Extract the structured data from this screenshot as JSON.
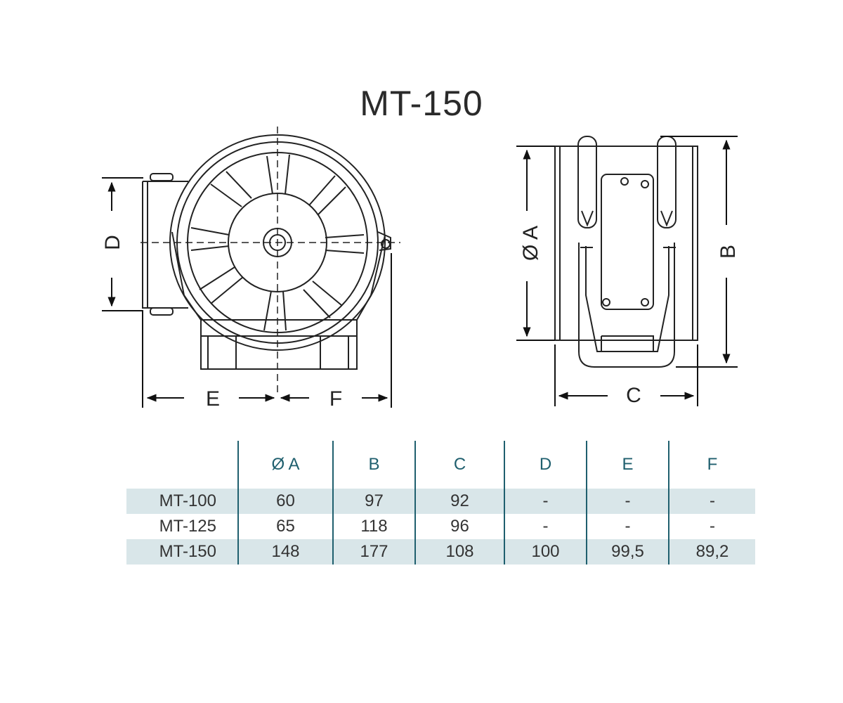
{
  "title": "MT-150",
  "front_view": {
    "label_d": "D",
    "label_e": "E",
    "label_f": "F"
  },
  "side_view": {
    "label_a": "Ø A",
    "label_b": "B",
    "label_c": "C"
  },
  "table": {
    "headers": [
      "Ø A",
      "B",
      "C",
      "D",
      "E",
      "F"
    ],
    "rows": [
      {
        "model": "MT-100",
        "values": [
          "60",
          "97",
          "92",
          "-",
          "-",
          "-"
        ]
      },
      {
        "model": "MT-125",
        "values": [
          "65",
          "118",
          "96",
          "-",
          "-",
          "-"
        ]
      },
      {
        "model": "MT-150",
        "values": [
          "148",
          "177",
          "108",
          "100",
          "99,5",
          "89,2"
        ]
      }
    ]
  }
}
